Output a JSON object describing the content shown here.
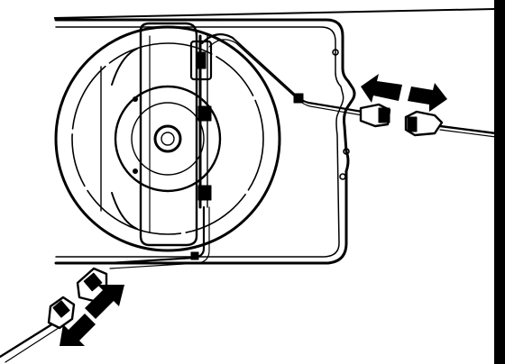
{
  "figure": {
    "kind": "line-drawing",
    "colors": {
      "ink": "#000000",
      "paper": "#ffffff"
    },
    "labels": [],
    "parts": [
      "mounting-plate",
      "speaker-cone",
      "center-dust-cap",
      "mounting-bracket",
      "wire-harness",
      "connector-upper-male",
      "connector-upper-female",
      "connector-lower-male",
      "connector-lower-female",
      "disconnect-arrows-upper",
      "disconnect-arrows-lower"
    ]
  }
}
